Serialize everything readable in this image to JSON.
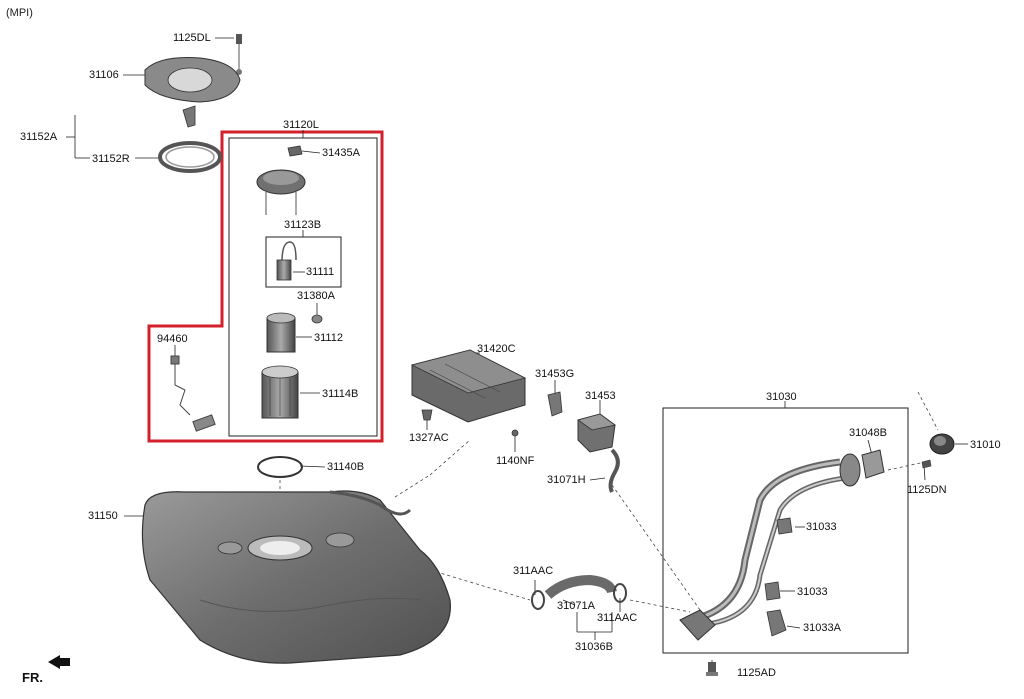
{
  "header": {
    "variant": "(MPI)"
  },
  "front_marker": {
    "label": "FR."
  },
  "highlight_color": "#d3202a",
  "labels": {
    "p1125DL": "1125DL",
    "p31106": "31106",
    "p31152A": "31152A",
    "p31152R": "31152R",
    "p31120L": "31120L",
    "p31435A": "31435A",
    "p31123B": "31123B",
    "p31111": "31111",
    "p31380A": "31380A",
    "p31112": "31112",
    "p31114B": "31114B",
    "p94460": "94460",
    "p31420C": "31420C",
    "p31453G": "31453G",
    "p31453": "31453",
    "p1327AC": "1327AC",
    "p1140NF": "1140NF",
    "p31071H": "31071H",
    "p31030": "31030",
    "p31048B": "31048B",
    "p31010": "31010",
    "p1125DN": "1125DN",
    "p31140B": "31140B",
    "p31150": "31150",
    "p31033a": "31033",
    "p31033b": "31033",
    "p31033A": "31033A",
    "p311AAC_a": "311AAC",
    "p31071A": "31071A",
    "p311AAC_b": "311AAC",
    "p31036B": "31036B",
    "p1125AD": "1125AD"
  }
}
